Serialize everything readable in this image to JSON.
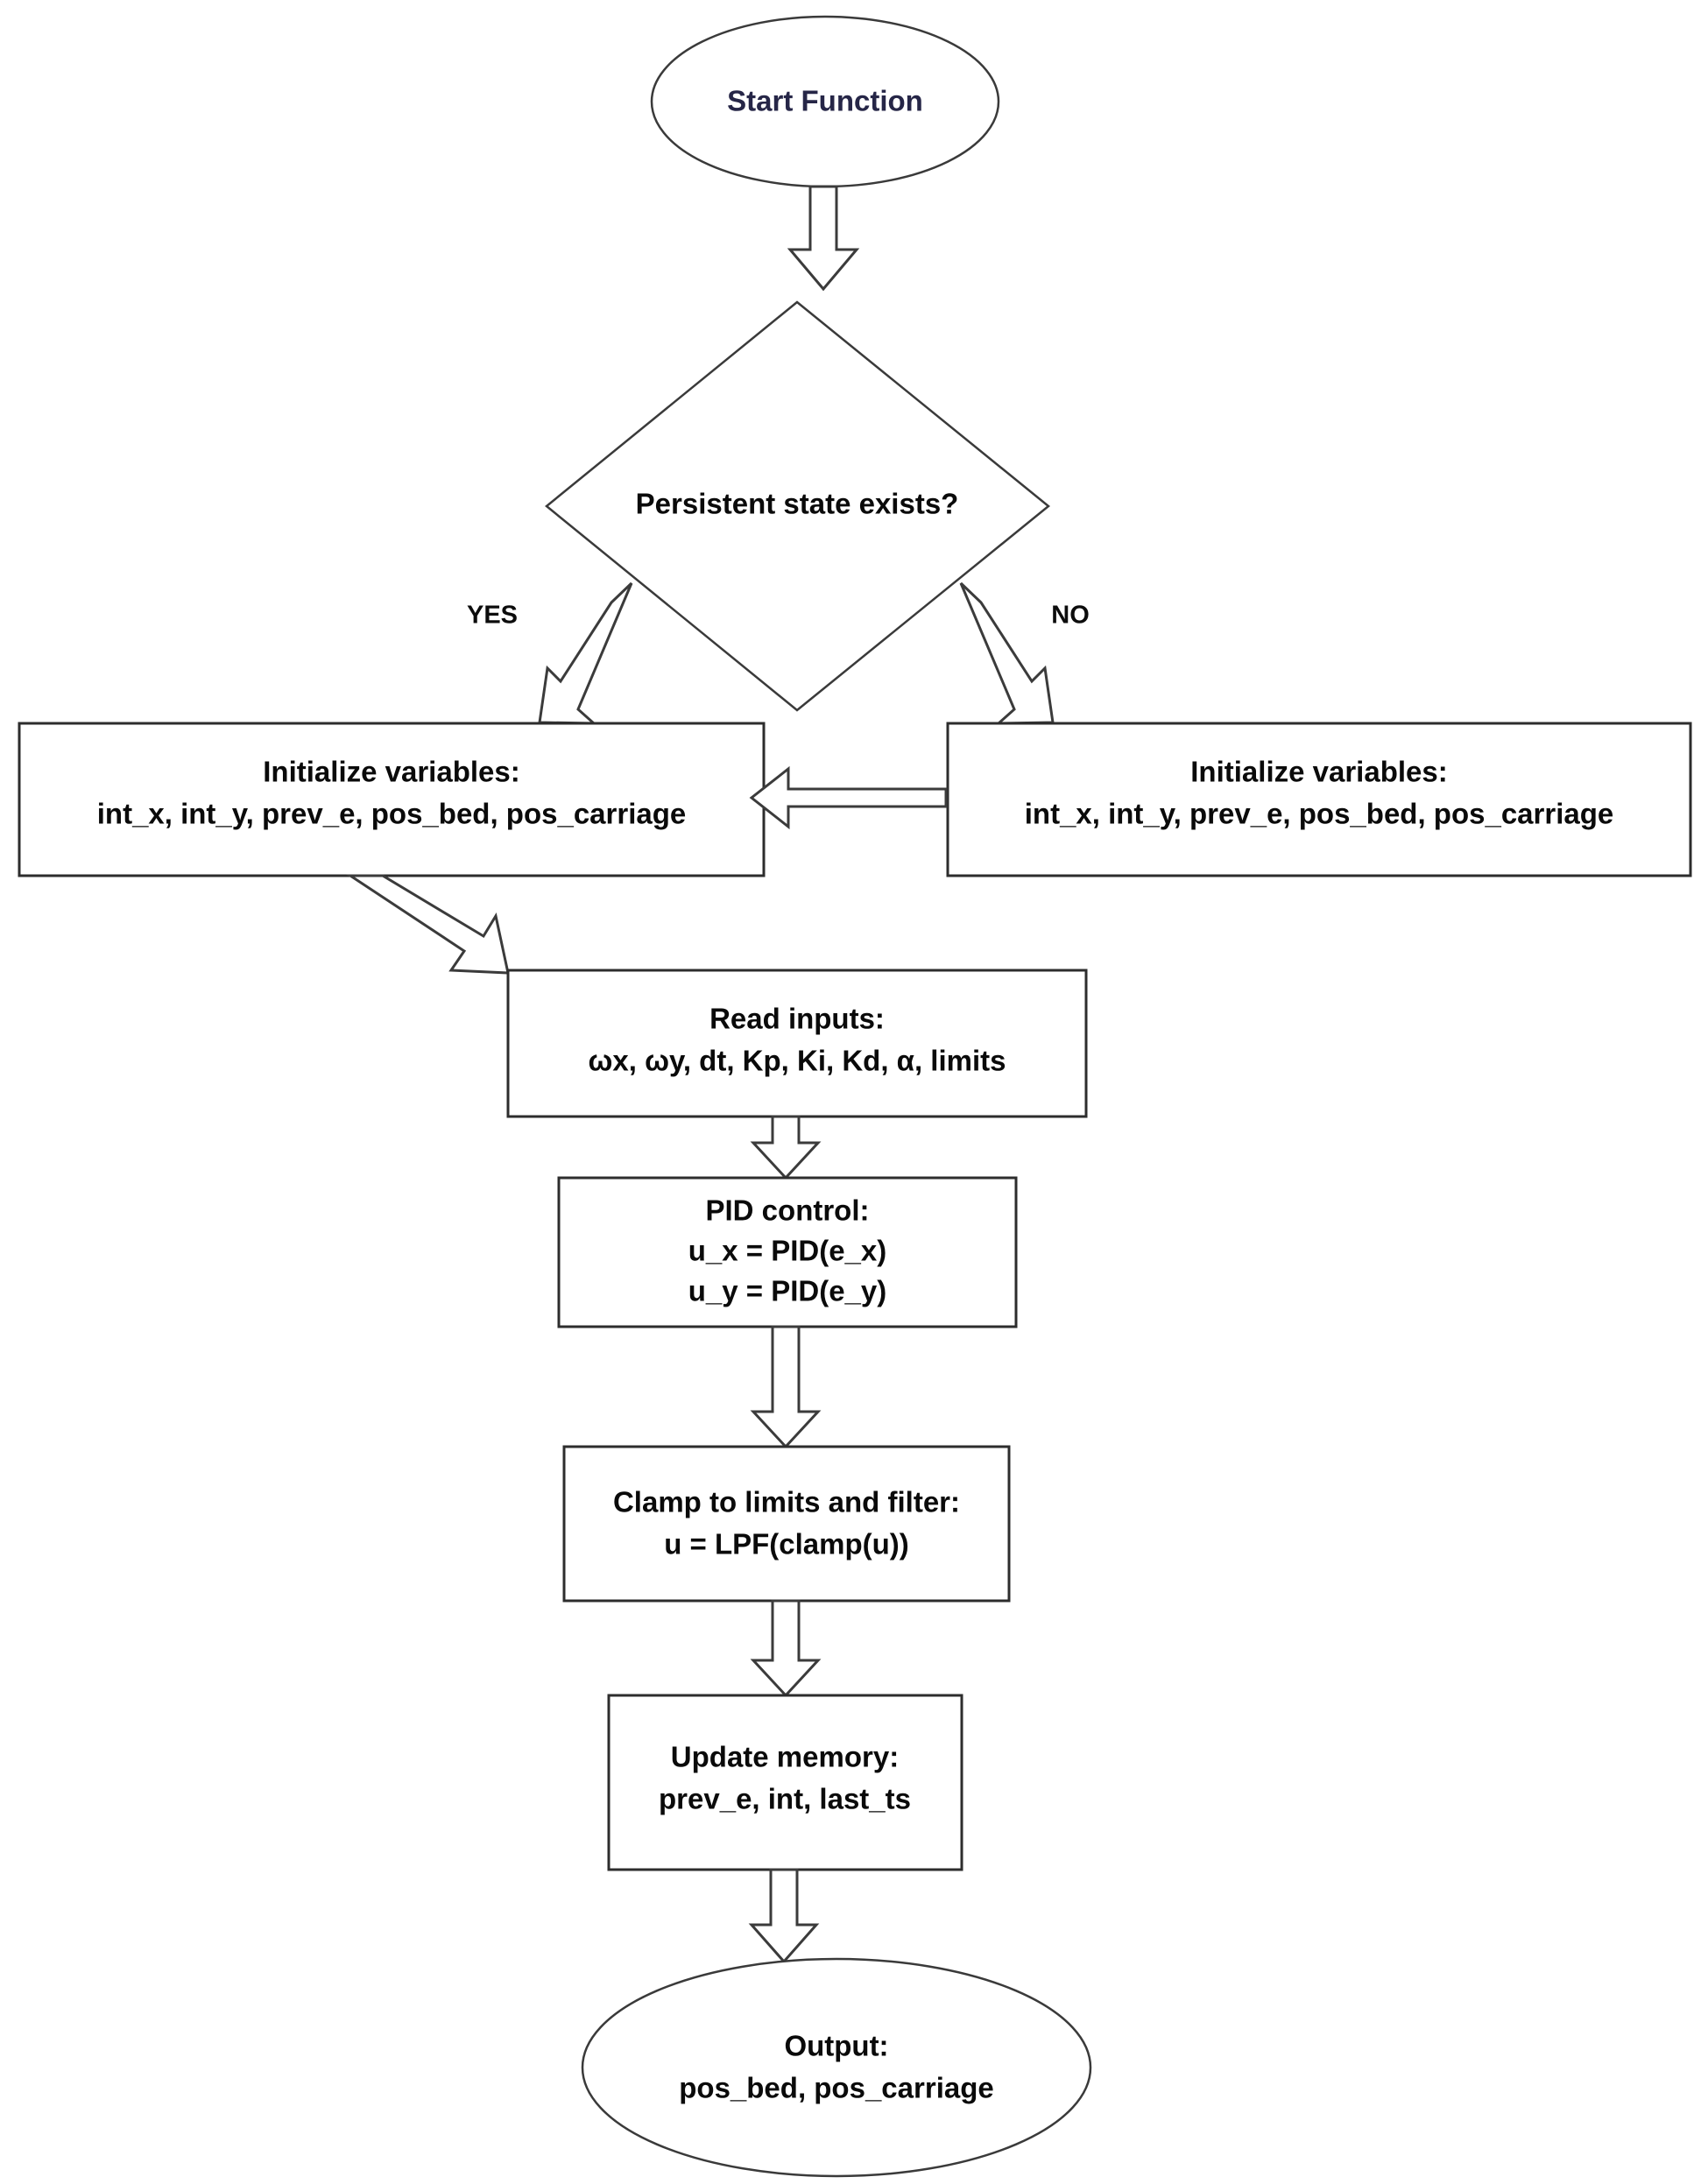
{
  "diagram": {
    "title": "PID Control Function Flowchart",
    "type": "flowchart",
    "background_color": "#ffffff",
    "stroke_color": "#2d2d2d",
    "start_text_color": "#262647",
    "node_text_color": "#0a0a0a",
    "nodes": {
      "start": {
        "shape": "ellipse",
        "label": "Start Function"
      },
      "decision": {
        "shape": "diamond",
        "label": "Persistent state exists?"
      },
      "init_left": {
        "shape": "rectangle",
        "line1": "Initialize variables:",
        "line2": "int_x, int_y, prev_e, pos_bed, pos_carriage"
      },
      "init_right": {
        "shape": "rectangle",
        "line1": "Initialize variables:",
        "line2": "int_x, int_y, prev_e, pos_bed, pos_carriage"
      },
      "read_inputs": {
        "shape": "rectangle",
        "line1": "Read inputs:",
        "line2": "ωx, ωy, dt, Kp, Ki, Kd, α, limits"
      },
      "pid_control": {
        "shape": "rectangle",
        "line1": "PID control:",
        "line2": "u_x = PID(e_x)",
        "line3": "u_y = PID(e_y)"
      },
      "clamp_filter": {
        "shape": "rectangle",
        "line1": "Clamp to limits and filter:",
        "line2": "u = LPF(clamp(u))"
      },
      "update_memory": {
        "shape": "rectangle",
        "line1": "Update memory:",
        "line2": "prev_e, int, last_ts"
      },
      "output": {
        "shape": "ellipse",
        "line1": "Output:",
        "line2": "pos_bed, pos_carriage"
      }
    },
    "edge_labels": {
      "yes": "YES",
      "no": "NO"
    }
  }
}
